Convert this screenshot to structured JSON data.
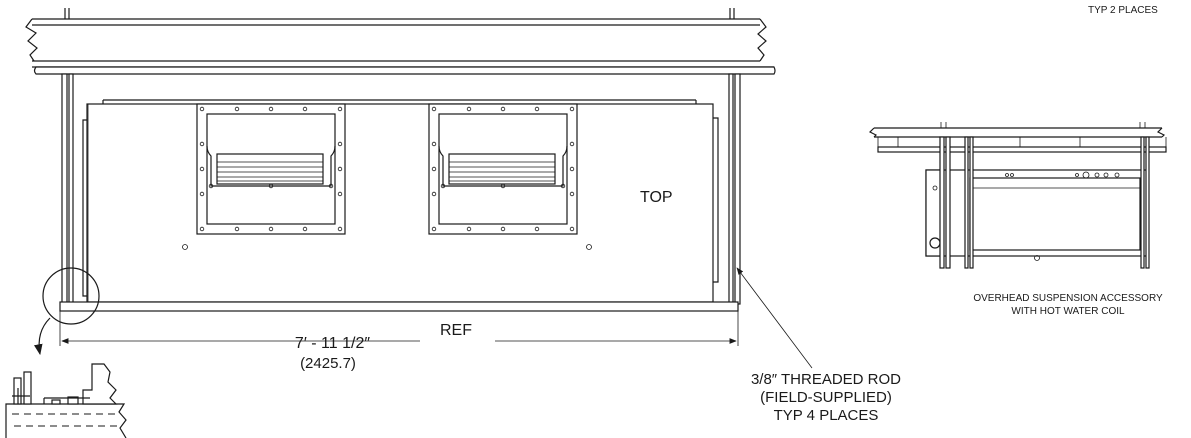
{
  "labels": {
    "typ_2_places": "TYP 2 PLACES",
    "top": "TOP",
    "dimension_imperial": "7′ - 11 1/2″",
    "ref": "REF",
    "dimension_metric": "(2425.7)",
    "rod_line1": "3/8″ THREADED ROD",
    "rod_line2": "(FIELD-SUPPLIED)",
    "rod_line3": "TYP 4 PLACES",
    "accessory_line1": "OVERHEAD SUSPENSION ACCESSORY",
    "accessory_line2": "WITH HOT WATER COIL"
  }
}
